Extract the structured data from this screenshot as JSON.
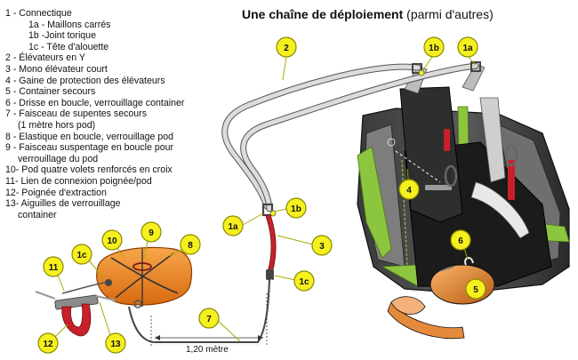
{
  "title": {
    "bold": "Une chaîne de déploiement",
    "normal": "(parmi d'autres)"
  },
  "legend": [
    {
      "text": "1 - Connectique",
      "kind": "main"
    },
    {
      "text": "1a - Maillons carrés",
      "kind": "sub"
    },
    {
      "text": "1b -Joint torique",
      "kind": "sub"
    },
    {
      "text": "1c - Tête d'alouette",
      "kind": "sub"
    },
    {
      "text": "2 - Élévateurs en Y",
      "kind": "main"
    },
    {
      "text": "3 - Mono élévateur court",
      "kind": "main"
    },
    {
      "text": "4 - Gaine de protection des élévateurs",
      "kind": "main"
    },
    {
      "text": "5 - Container secours",
      "kind": "main"
    },
    {
      "text": "6 - Drisse en boucle, verrouillage container",
      "kind": "main"
    },
    {
      "text": "7 - Faisceau de supentes secours",
      "kind": "main"
    },
    {
      "text": "(1 mètre hors pod)",
      "kind": "cont"
    },
    {
      "text": "8 - Elastique en boucle, verrouillage pod",
      "kind": "main"
    },
    {
      "text": "9 - Faisceau suspentage en boucle pour",
      "kind": "main"
    },
    {
      "text": "verrouillage du pod",
      "kind": "cont"
    },
    {
      "text": "10- Pod quatre volets renforcés en croix",
      "kind": "main"
    },
    {
      "text": "11- Lien de connexion poignée/pod",
      "kind": "main"
    },
    {
      "text": "12- Poignée d'extraction",
      "kind": "main"
    },
    {
      "text": "13- Aiguilles de verrouillage",
      "kind": "main"
    },
    {
      "text": "container",
      "kind": "cont"
    }
  ],
  "callouts": [
    {
      "id": "c2",
      "label": "2"
    },
    {
      "id": "c1b_top",
      "label": "1b"
    },
    {
      "id": "c1a_top",
      "label": "1a"
    },
    {
      "id": "c4",
      "label": "4"
    },
    {
      "id": "c1a_mid",
      "label": "1a"
    },
    {
      "id": "c1b_mid",
      "label": "1b"
    },
    {
      "id": "c3",
      "label": "3"
    },
    {
      "id": "c1c_mid",
      "label": "1c"
    },
    {
      "id": "c6",
      "label": "6"
    },
    {
      "id": "c5",
      "label": "5"
    },
    {
      "id": "c7",
      "label": "7"
    },
    {
      "id": "c9",
      "label": "9"
    },
    {
      "id": "c10",
      "label": "10"
    },
    {
      "id": "c8",
      "label": "8"
    },
    {
      "id": "c1c_pod",
      "label": "1c"
    },
    {
      "id": "c11",
      "label": "11"
    },
    {
      "id": "c12",
      "label": "12"
    },
    {
      "id": "c13",
      "label": "13"
    }
  ],
  "measure": {
    "label": "1,20 mètre"
  },
  "colors": {
    "callout_fill": "#f5f01e",
    "callout_stroke": "#8a8a00",
    "pod_orange": "#f08a24",
    "harness_green": "#8cc63f",
    "harness_dark": "#2b2b2b",
    "riser_grey": "#d9d9d9",
    "handle_red": "#c8202a"
  }
}
